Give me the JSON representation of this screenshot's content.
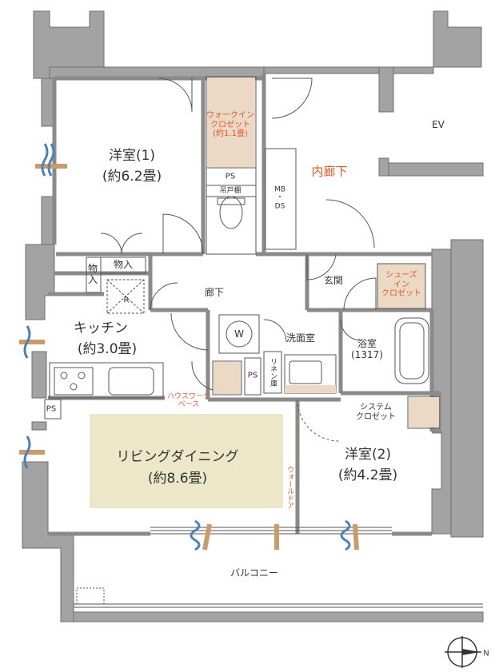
{
  "rooms": {
    "bedroom1_name": "洋室(1)",
    "bedroom1_size": "(約6.2畳)",
    "walkin_closet": "ウォークイン\nクロゼット\n(約1.1畳)",
    "ps_top": "PS",
    "hanging_shelf": "吊戸棚",
    "mbds": "MB\n・\nDS",
    "ev": "EV",
    "inner_corridor": "内廊下",
    "storage_a": "物\n入",
    "storage_b": "物入",
    "r_mark": "R",
    "hallway": "廊下",
    "entrance": "玄関",
    "shoes_closet": "シューズ\nイン\nクロゼット",
    "kitchen_name": "キッチン",
    "kitchen_size": "(約3.0畳)",
    "washer": "W",
    "washroom": "洗面室",
    "bathroom": "浴室\n(1317)",
    "ps_mid": "PS",
    "linen": "リネン庫",
    "housework_base": "ハウスワーク\nベース",
    "ps_left": "PS",
    "system_closet": "システム\nクロゼット",
    "living_name": "リビングダイニング",
    "living_size": "(約8.6畳)",
    "wall_door": "ウォールドア",
    "bedroom2_name": "洋室(2)",
    "bedroom2_size": "(約4.2畳)",
    "balcony": "バルコニー",
    "north": "N"
  },
  "colors": {
    "wall": "#9a9a9a",
    "wall_dark": "#6e6e6e",
    "living_floor": "#ece7c8",
    "closet_fill": "#ecd9c5",
    "accent_red": "#e0592a",
    "blue_arrow": "#4a7fc0",
    "tan_arrow": "#c99d6a"
  }
}
